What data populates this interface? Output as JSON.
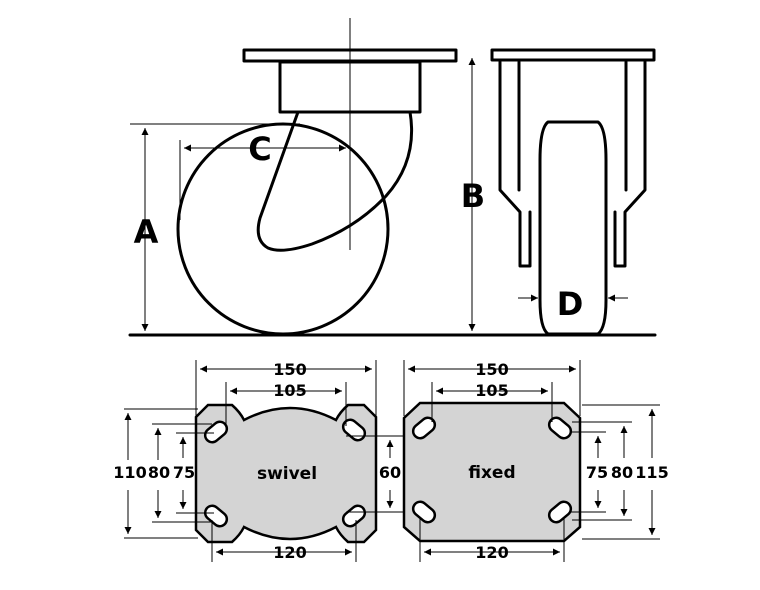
{
  "caster": {
    "label_a": "A",
    "label_b": "B",
    "label_c": "C",
    "label_d": "D"
  },
  "swivel_plate": {
    "title": "swivel",
    "top_outer": "150",
    "top_inner": "105",
    "bottom": "120",
    "left_outer": "110",
    "left_mid": "80",
    "left_inner": "75"
  },
  "center_dim": "60",
  "fixed_plate": {
    "title": "fixed",
    "top_outer": "150",
    "top_inner": "105",
    "bottom": "120",
    "right_inner": "75",
    "right_mid": "80",
    "right_outer": "115"
  }
}
